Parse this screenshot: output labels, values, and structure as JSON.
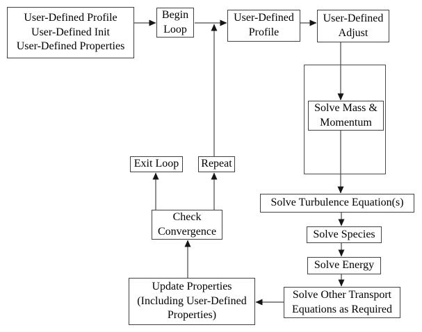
{
  "diagram": {
    "type": "flowchart",
    "colors": {
      "background": "#ffffff",
      "box_border": "#404040",
      "connector_line": "#474747",
      "arrowhead": "#161616",
      "text": "#000000"
    },
    "nodes": {
      "init": {
        "label": "User-Defined Profile\nUser-Defined Init\nUser-Defined Properties"
      },
      "begin_loop": {
        "label": "Begin\nLoop"
      },
      "udf_profile": {
        "label": "User-Defined\nProfile"
      },
      "udf_adjust": {
        "label": "User-Defined\nAdjust"
      },
      "solve_mass": {
        "label": "Solve Mass &\nMomentum"
      },
      "solve_turbulence": {
        "label": "Solve Turbulence Equation(s)"
      },
      "solve_species": {
        "label": "Solve Species"
      },
      "solve_energy": {
        "label": "Solve Energy"
      },
      "solve_other": {
        "label": "Solve Other Transport\nEquations as Required"
      },
      "update_properties": {
        "label": "Update Properties\n(Including User-Defined\nProperties)"
      },
      "check_convergence": {
        "label": "Check\nConvergence"
      },
      "exit_loop": {
        "label": "Exit Loop"
      },
      "repeat": {
        "label": "Repeat"
      }
    },
    "edges": [
      {
        "from": "init",
        "to": "begin_loop"
      },
      {
        "from": "begin_loop",
        "to": "udf_profile"
      },
      {
        "from": "udf_profile",
        "to": "udf_adjust"
      },
      {
        "from": "udf_adjust",
        "to": "solve_mass"
      },
      {
        "from": "solve_mass",
        "to": "solve_turbulence"
      },
      {
        "from": "solve_turbulence",
        "to": "solve_species"
      },
      {
        "from": "solve_species",
        "to": "solve_energy"
      },
      {
        "from": "solve_energy",
        "to": "solve_other"
      },
      {
        "from": "solve_other",
        "to": "update_properties"
      },
      {
        "from": "update_properties",
        "to": "check_convergence"
      },
      {
        "from": "check_convergence",
        "to": "exit_loop"
      },
      {
        "from": "check_convergence",
        "to": "repeat"
      },
      {
        "from": "repeat",
        "to": "begin_loop_output_line"
      }
    ]
  }
}
